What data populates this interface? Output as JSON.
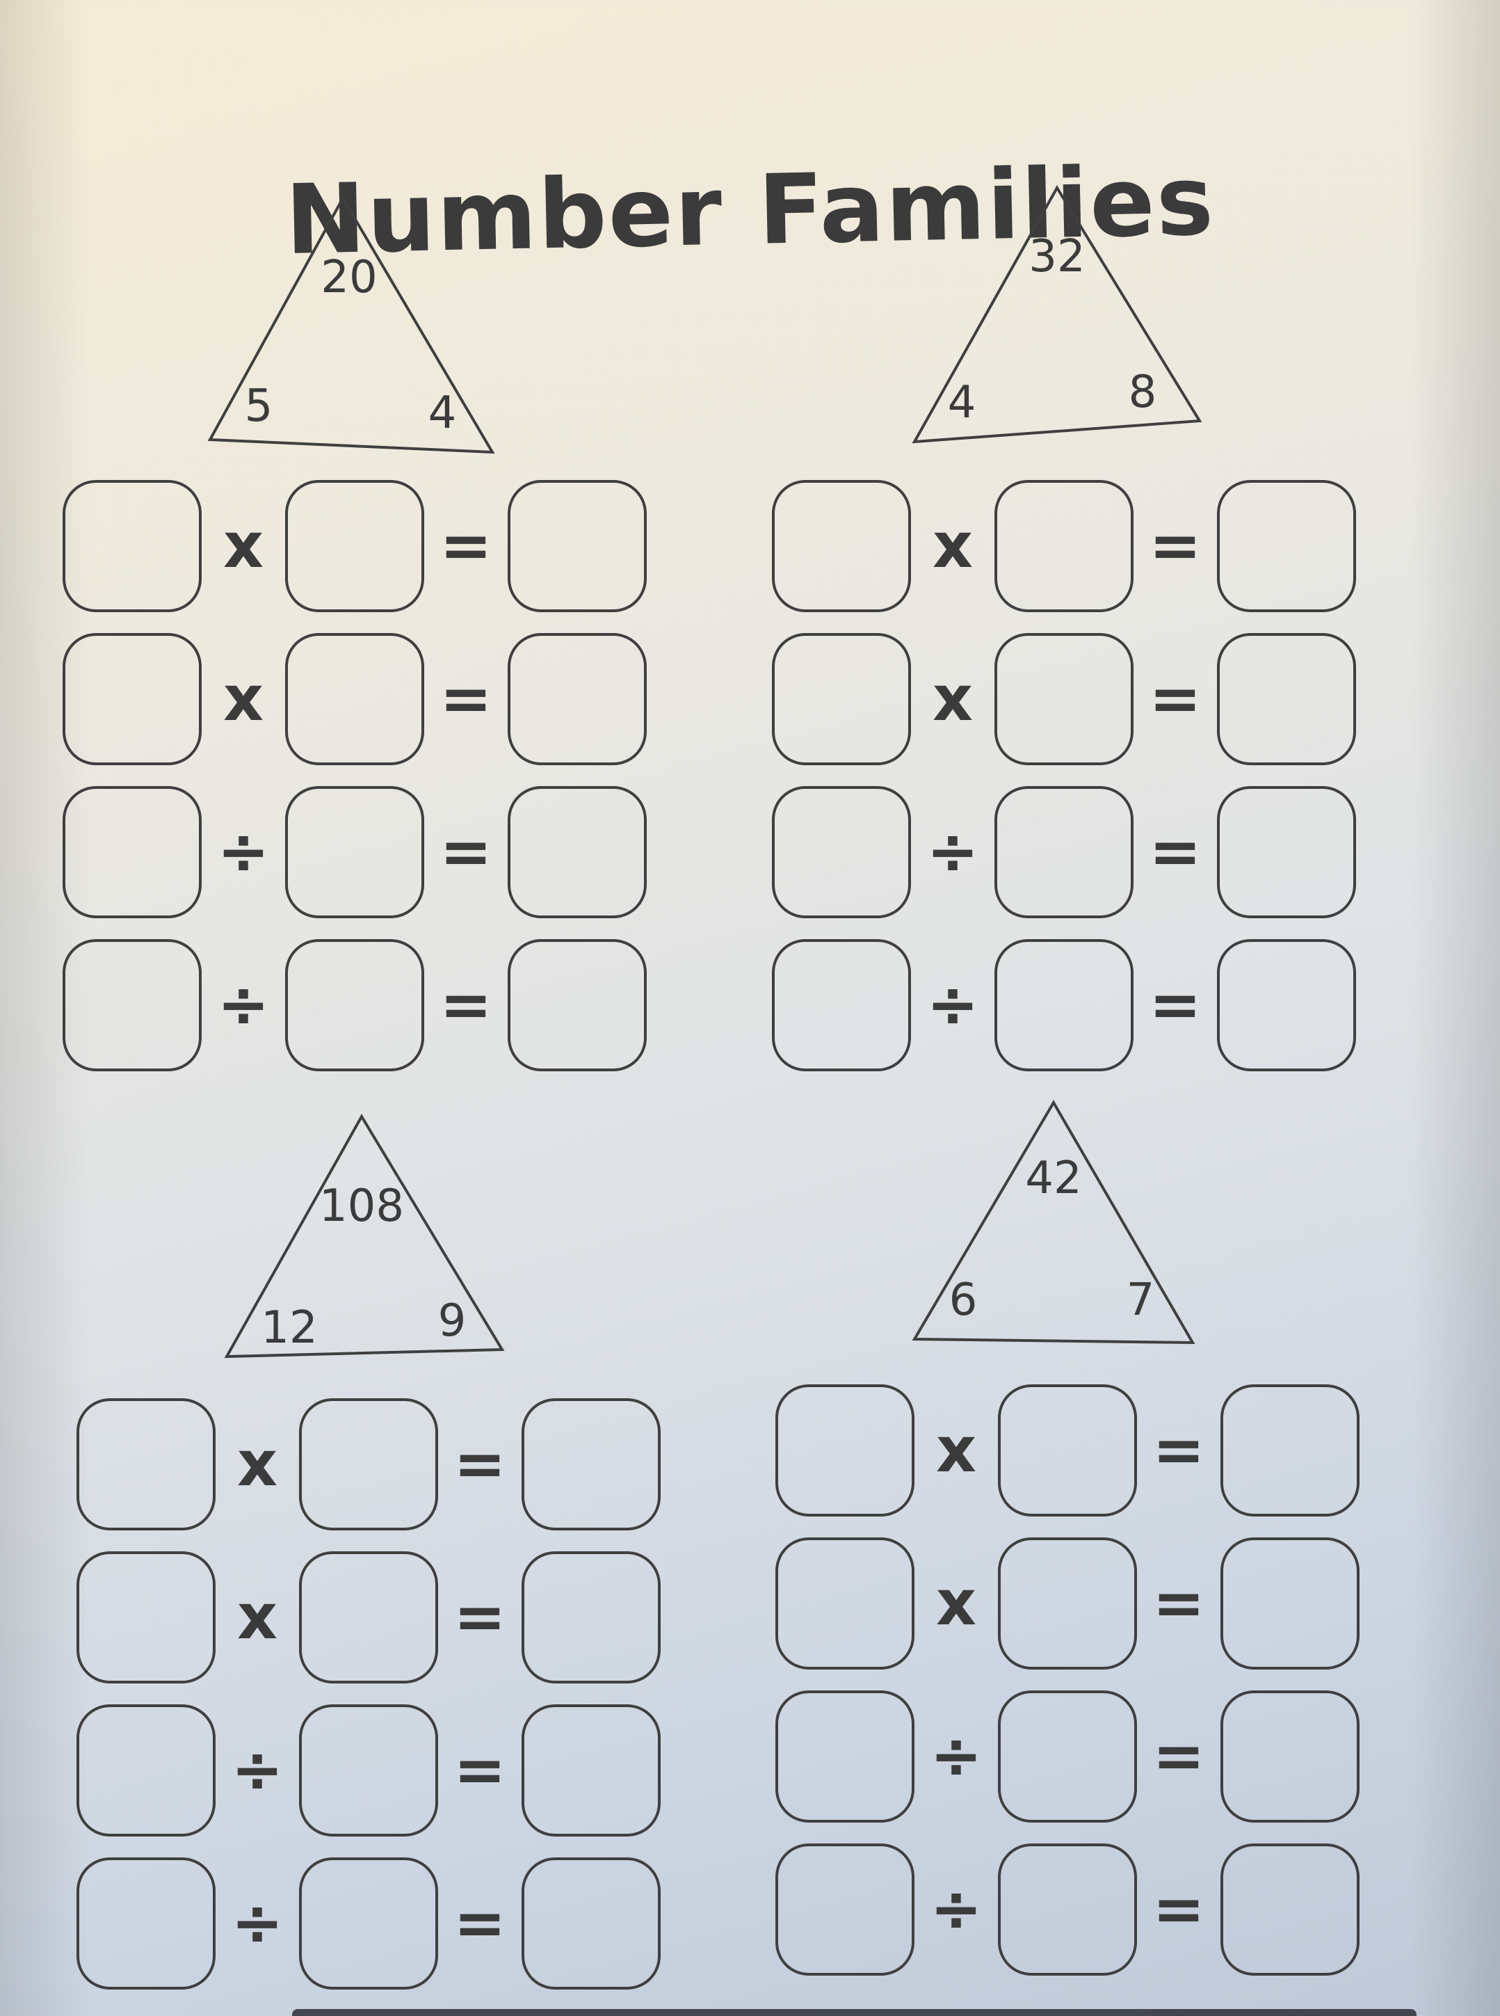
{
  "title": "Number Families",
  "families": [
    {
      "top": "20",
      "left": "5",
      "right": "4",
      "rows": [
        {
          "op": "x",
          "eq": "="
        },
        {
          "op": "x",
          "eq": "="
        },
        {
          "op": "÷",
          "eq": "="
        },
        {
          "op": "÷",
          "eq": "="
        }
      ]
    },
    {
      "top": "32",
      "left": "4",
      "right": "8",
      "rows": [
        {
          "op": "x",
          "eq": "="
        },
        {
          "op": "x",
          "eq": "="
        },
        {
          "op": "÷",
          "eq": "="
        },
        {
          "op": "÷",
          "eq": "="
        }
      ]
    },
    {
      "top": "108",
      "left": "12",
      "right": "9",
      "rows": [
        {
          "op": "x",
          "eq": "="
        },
        {
          "op": "x",
          "eq": "="
        },
        {
          "op": "÷",
          "eq": "="
        },
        {
          "op": "÷",
          "eq": "="
        }
      ]
    },
    {
      "top": "42",
      "left": "6",
      "right": "7",
      "rows": [
        {
          "op": "x",
          "eq": "="
        },
        {
          "op": "x",
          "eq": "="
        },
        {
          "op": "÷",
          "eq": "="
        },
        {
          "op": "÷",
          "eq": "="
        }
      ]
    }
  ]
}
